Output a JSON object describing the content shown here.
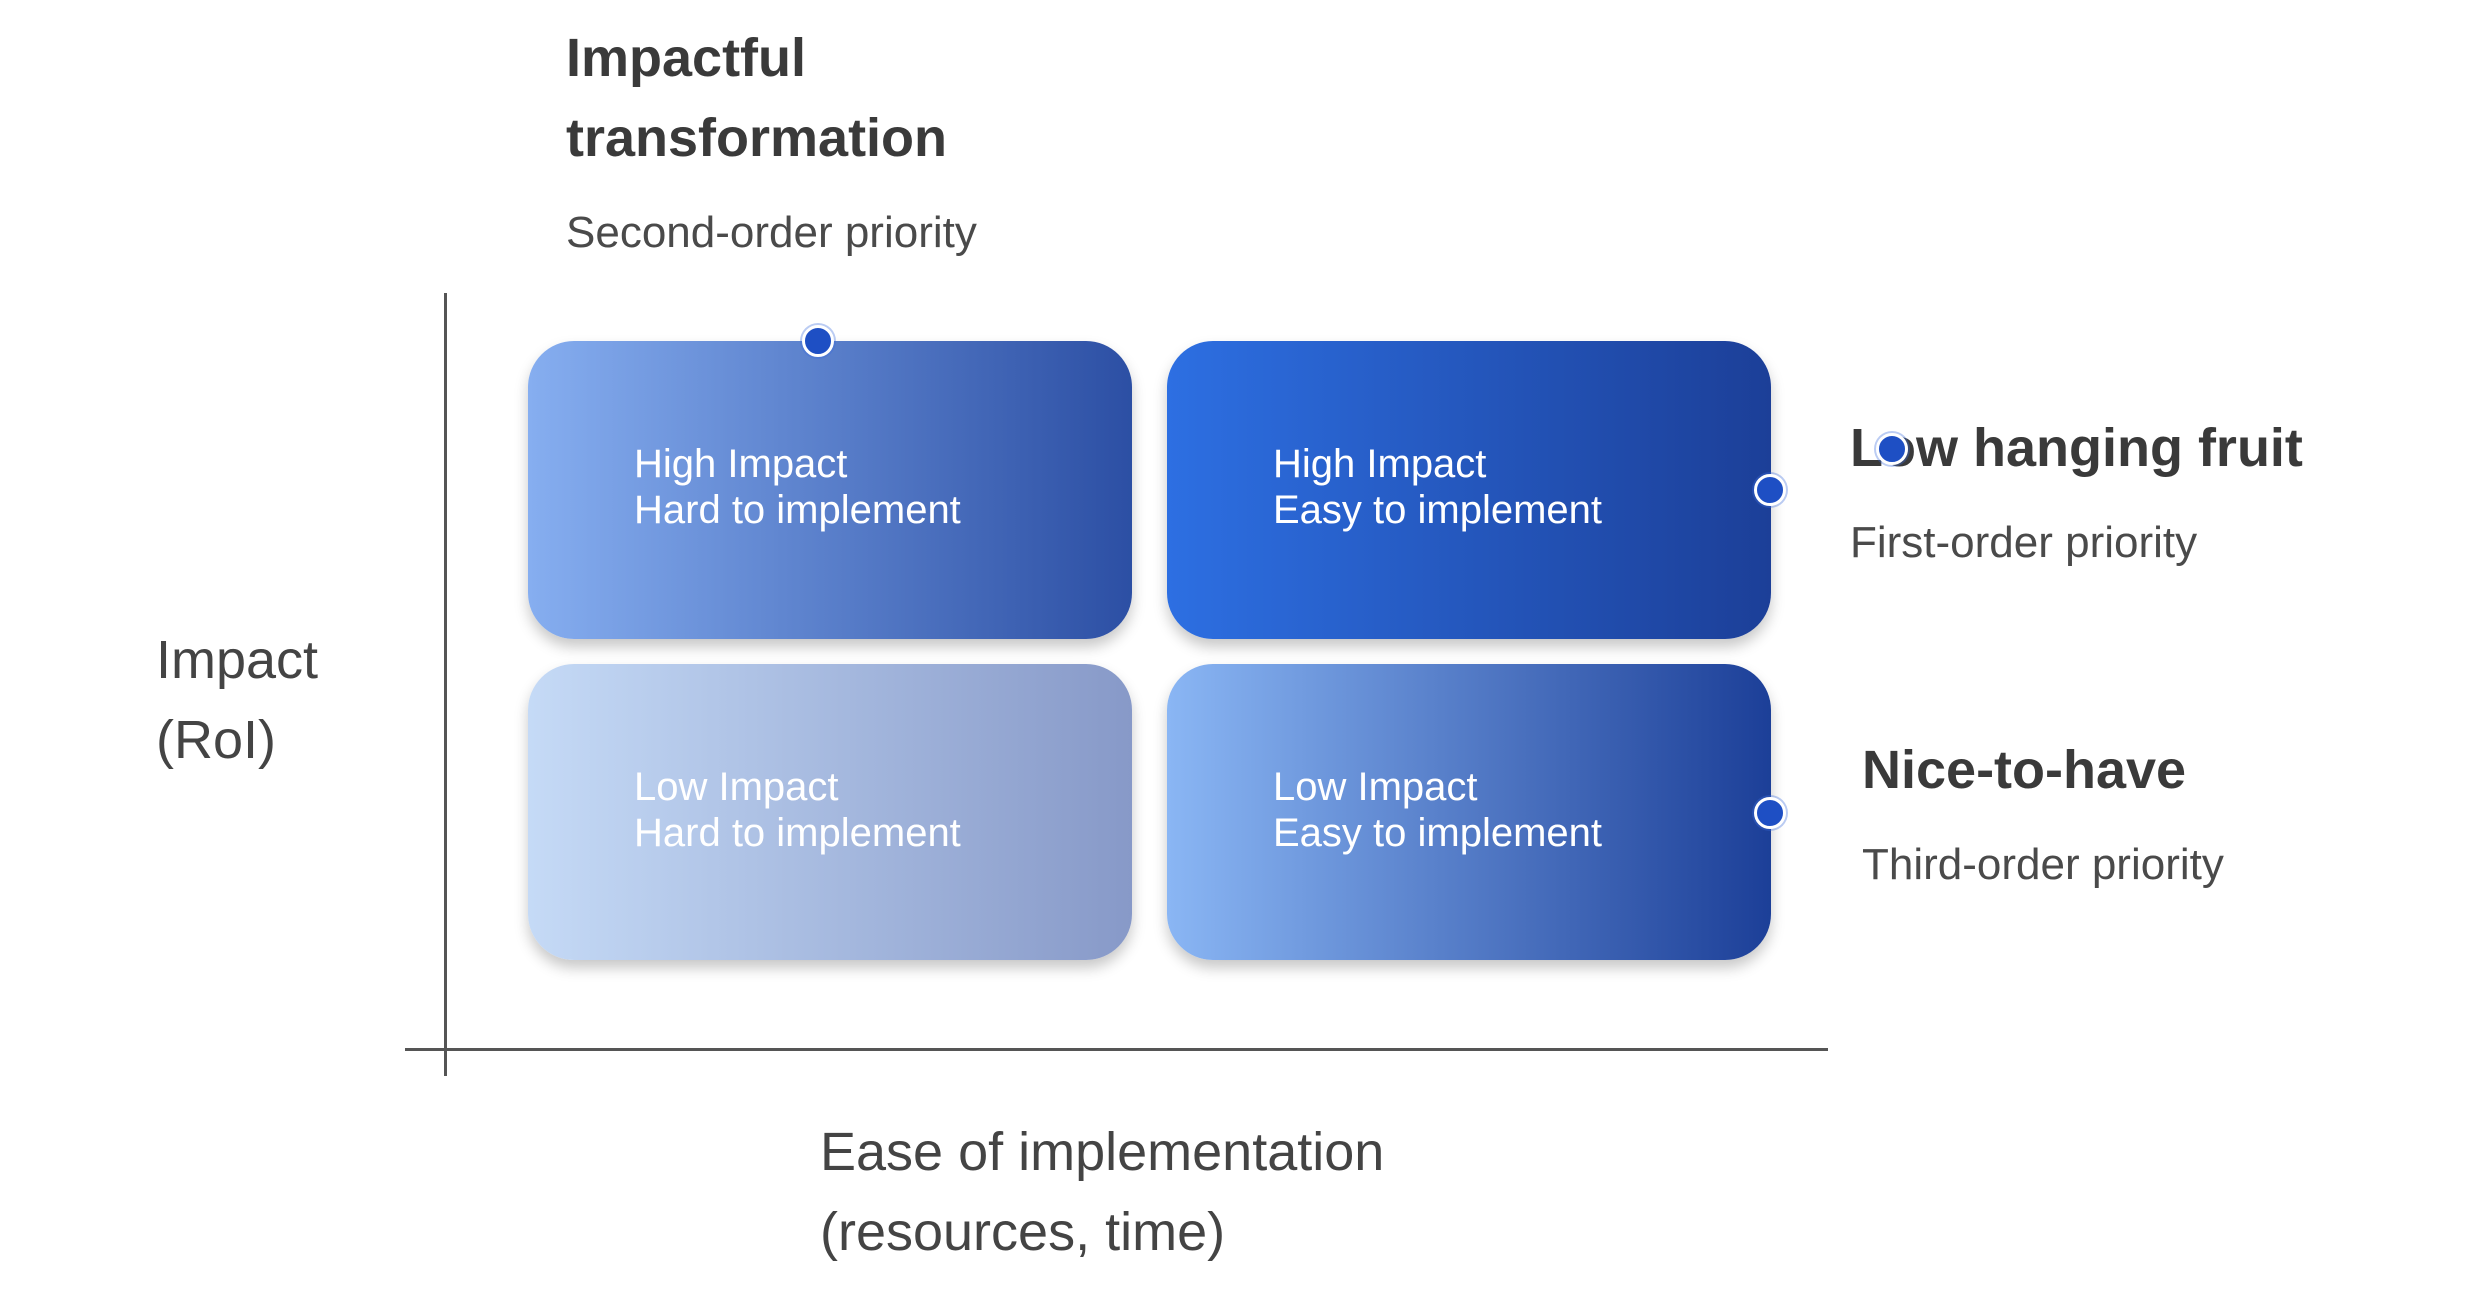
{
  "quadrant_labels": {
    "top_left": {
      "title_line1": "Impactful",
      "title_line2": "transformation",
      "priority": "Second-order priority"
    },
    "top_right": {
      "title": "Low hanging fruit",
      "priority": "First-order priority"
    },
    "bottom_right": {
      "title": "Nice-to-have",
      "priority": "Third-order priority"
    }
  },
  "axes": {
    "y_label_line1": "Impact",
    "y_label_line2": "(RoI)",
    "x_label_line1": "Ease of implementation",
    "x_label_line2": "(resources, time)"
  },
  "boxes": {
    "high_hard": {
      "line1": "High Impact",
      "line2": "Hard to implement"
    },
    "high_easy": {
      "line1": "High Impact",
      "line2": "Easy to implement"
    },
    "low_hard": {
      "line1": "Low Impact",
      "line2": "Hard to implement"
    },
    "low_easy": {
      "line1": "Low Impact",
      "line2": "Easy to implement"
    }
  },
  "colors": {
    "dark_blue": "#1c3f98",
    "bright_blue": "#2d6fe2",
    "light_blue": "#c5daf6",
    "dot_blue": "#1e4fc4"
  }
}
